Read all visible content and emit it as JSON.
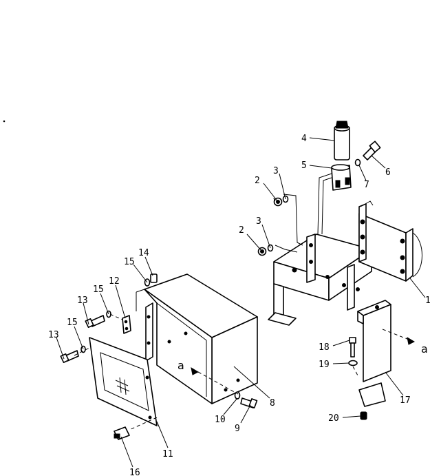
{
  "callouts": {
    "c1": "1",
    "c2a": "2",
    "c2b": "2",
    "c3a": "3",
    "c3b": "3",
    "c4": "4",
    "c5": "5",
    "c6": "6",
    "c7": "7",
    "c8": "8",
    "c9": "9",
    "c10": "10",
    "c11": "11",
    "c12": "12",
    "c13a": "13",
    "c13b": "13",
    "c14": "14",
    "c15a": "15",
    "c15b": "15",
    "c15c": "15",
    "c16": "16",
    "c17": "17",
    "c18": "18",
    "c19": "19",
    "c20": "20"
  },
  "refs": {
    "a_left": "a",
    "a_right": "a"
  }
}
